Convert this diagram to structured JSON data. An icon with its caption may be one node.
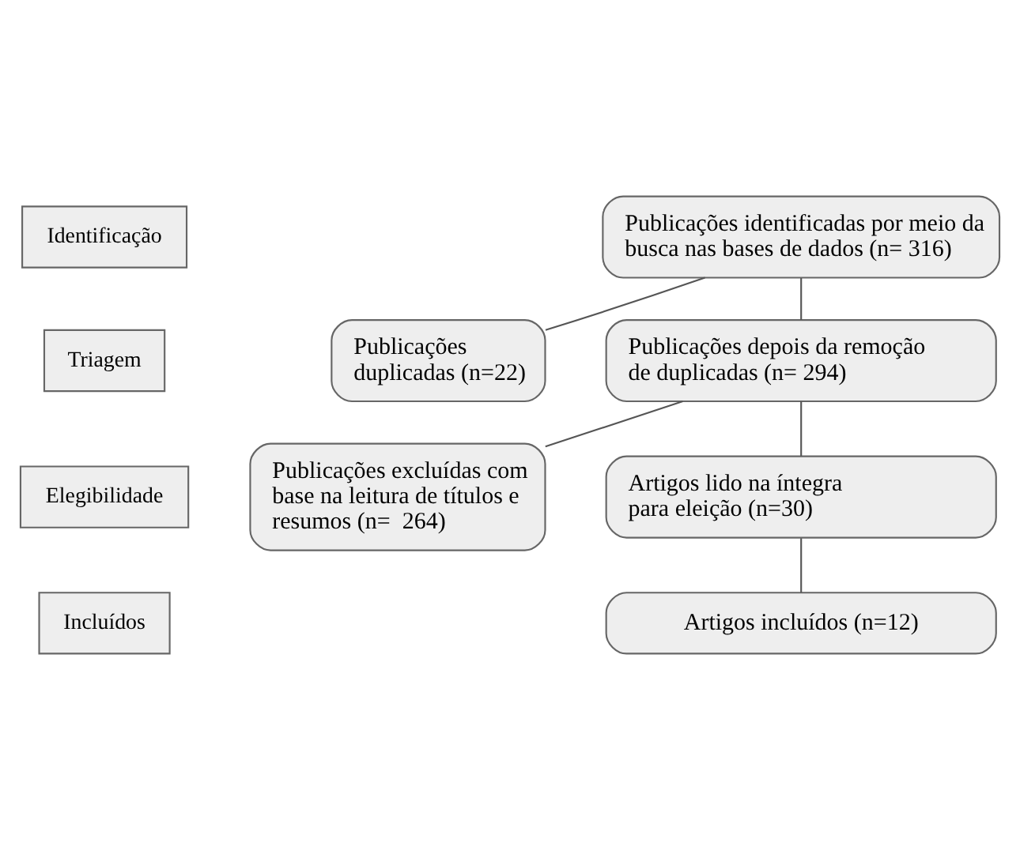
{
  "diagram": {
    "nodes": [
      {
        "text": [
          "Identificação"
        ]
      },
      {
        "text": [
          "Publicações identificadas por meio da busca nas bases de dados (n= 316)"
        ]
      },
      {
        "text": [
          "Publicações duplicadas (n=22)"
        ]
      },
      {
        "text": [
          "Triagem"
        ]
      },
      {
        "text": [
          "Publicações depois da remoção de duplicadas (n= 294)"
        ]
      },
      {
        "text": [
          "Publicações excluídas com base na leitura de títulos e resumos (n=  264)"
        ]
      },
      {
        "text": [
          "Elegibilidade"
        ]
      },
      {
        "text": [
          "Artigos lido na íntegra para eleição (n=30)"
        ]
      },
      {
        "text": [
          "Incluídos"
        ]
      },
      {
        "text": [
          "Artigos incluídos (n=12)"
        ]
      }
    ],
    "edges": [
      {
        "from": 1,
        "to": 2,
        "arrow": "none"
      },
      {
        "from": 1,
        "to": 4,
        "arrow": "none"
      },
      {
        "from": 4,
        "to": 5,
        "arrow": "none"
      },
      {
        "from": 4,
        "to": 7,
        "arrow": "none"
      },
      {
        "from": 7,
        "to": 9,
        "arrow": "none"
      }
    ]
  }
}
